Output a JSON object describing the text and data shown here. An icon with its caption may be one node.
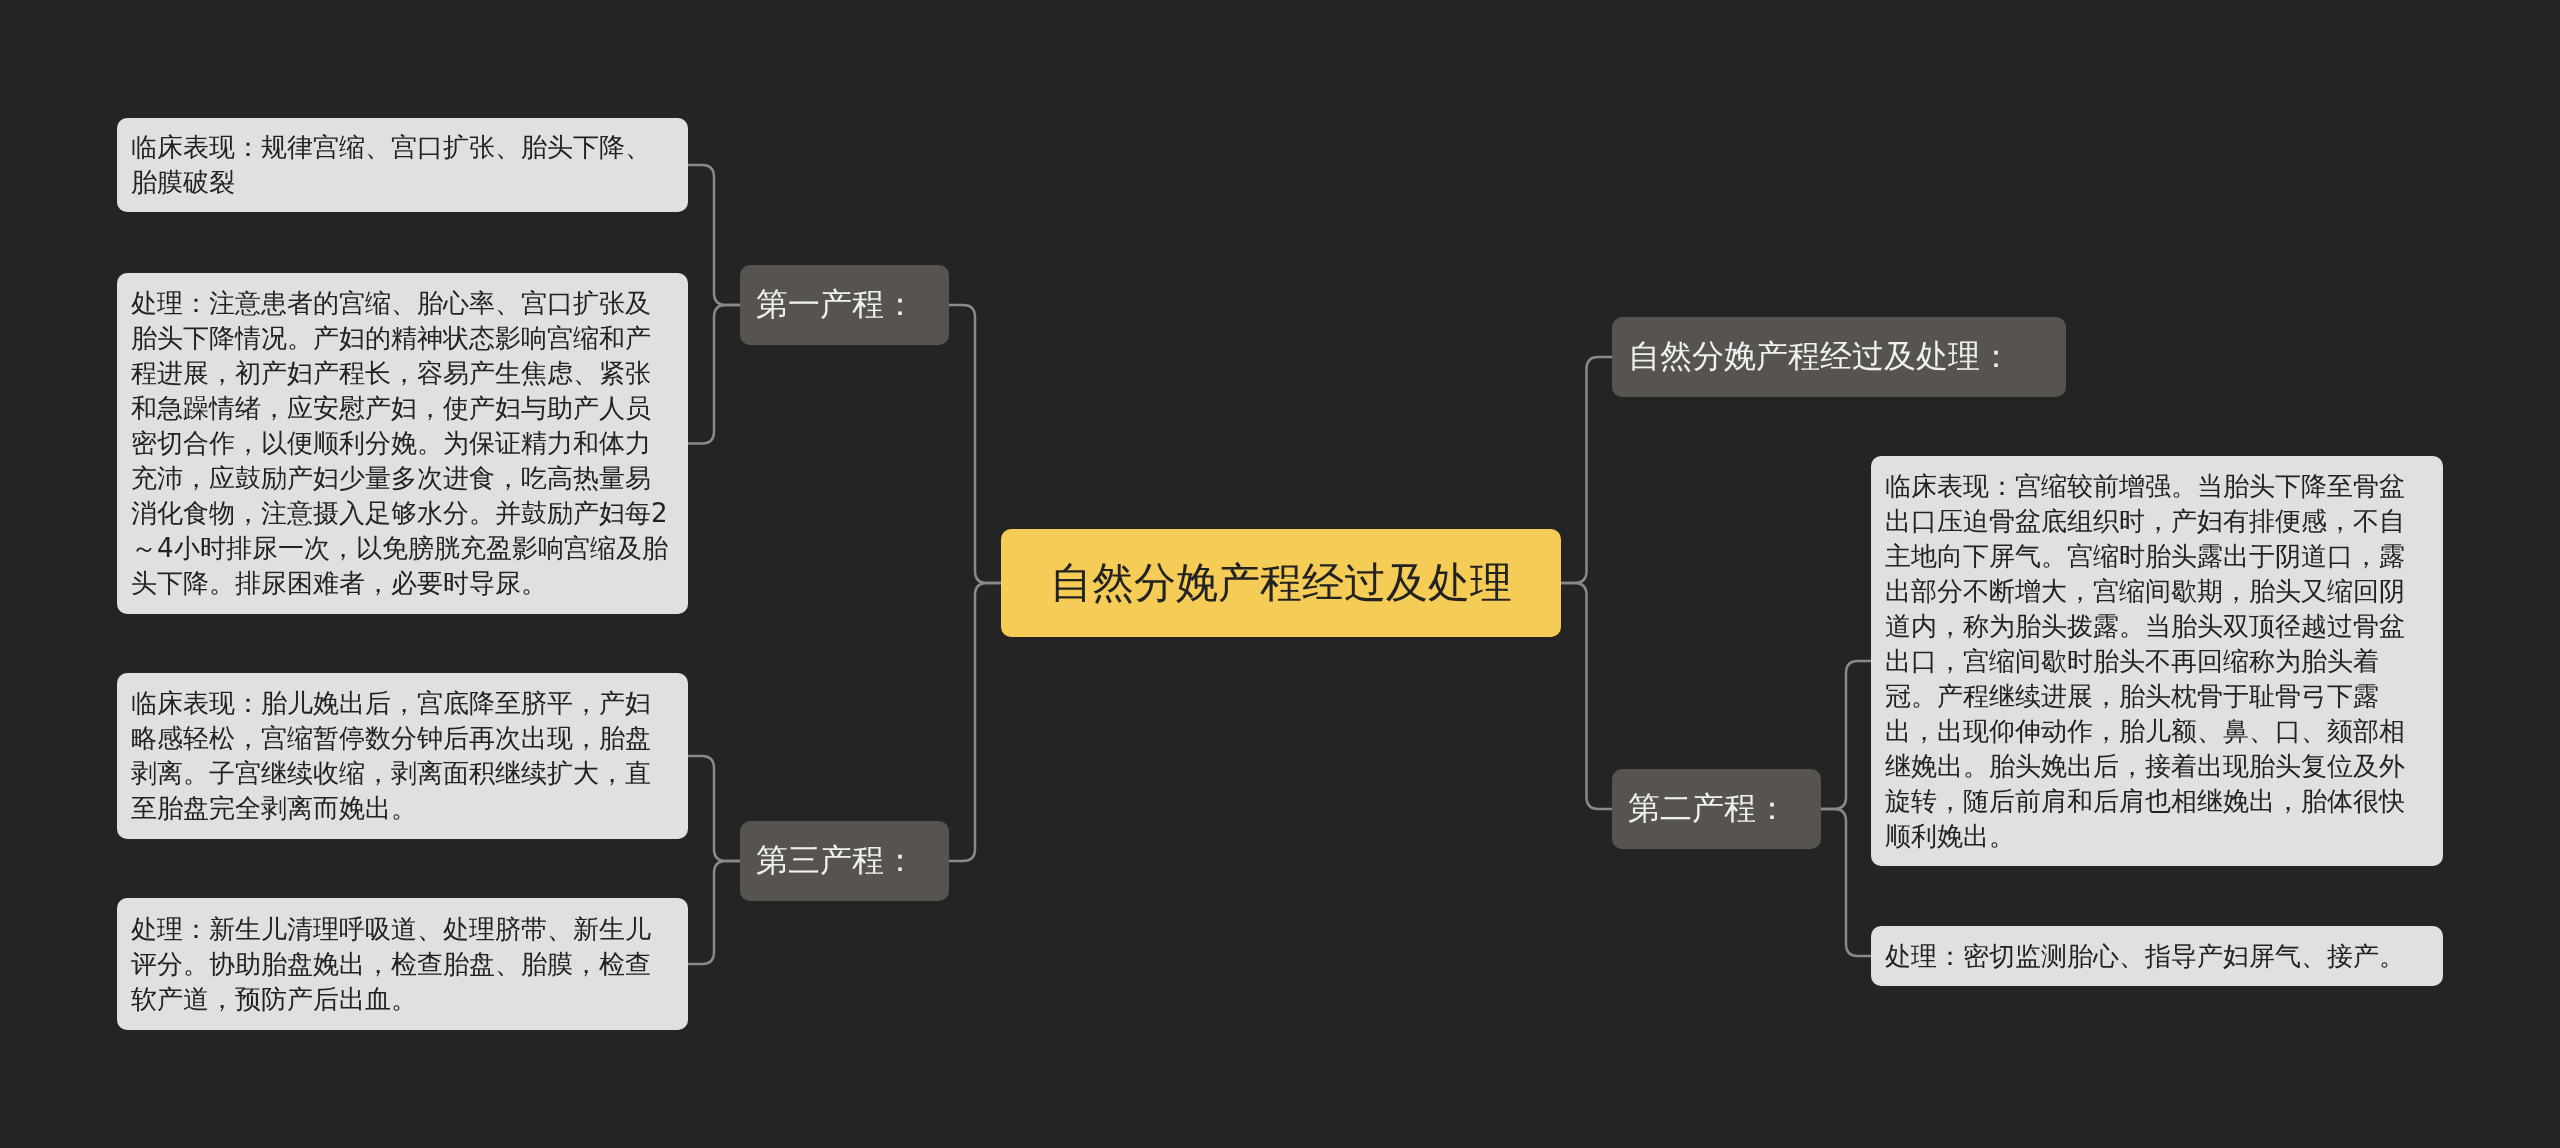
{
  "diagram": {
    "nodes": [
      {
        "text": [
          "自然分娩产程经过及处理"
        ]
      },
      {
        "text": [
          "第一产程："
        ]
      },
      {
        "text": [
          "临床表现：规律宫缩、宫口扩张、胎头下降、胎膜破裂"
        ]
      },
      {
        "text": [
          "处理：注意患者的宫缩、胎心率、宫口扩张及胎头下降情况。产妇的精神状态影响宫缩和产程进展，初产妇产程长，容易产生焦虑、紧张和急躁情绪，应安慰产妇，使产妇与助产人员密切合作，以便顺利分娩。为保证精力和体力充沛，应鼓励产妇少量多次进食，吃高热量易消化食物，注意摄入足够水分。并鼓励产妇每2～4小时排尿一次，以免膀胱充盈影响宫缩及胎头下降。排尿困难者，必要时导尿。"
        ]
      },
      {
        "text": [
          "第三产程："
        ]
      },
      {
        "text": [
          "临床表现：胎儿娩出后，宫底降至脐平，产妇略感轻松，宫缩暂停数分钟后再次出现，胎盘剥离。子宫继续收缩，剥离面积继续扩大，直至胎盘完全剥离而娩出。"
        ]
      },
      {
        "text": [
          "处理：新生儿清理呼吸道、处理脐带、新生儿评分。协助胎盘娩出，检查胎盘、胎膜，检查软产道，预防产后出血。"
        ]
      },
      {
        "text": [
          "自然分娩产程经过及处理："
        ]
      },
      {
        "text": [
          "第二产程："
        ]
      },
      {
        "text": [
          "临床表现：宫缩较前增强。当胎头下降至骨盆出口压迫骨盆底组织时，产妇有排便感，不自主地向下屏气。宫缩时胎头露出于阴道口，露出部分不断增大，宫缩间歇期，胎头又缩回阴道内，称为胎头拨露。当胎头双顶径越过骨盆出口，宫缩间歇时胎头不再回缩称为胎头着冠。产程继续进展，胎头枕骨于耻骨弓下露出，出现仰伸动作，胎儿额、鼻、口、颏部相继娩出。胎头娩出后，接着出现胎头复位及外旋转，随后前肩和后肩也相继娩出，胎体很快顺利娩出。"
        ]
      },
      {
        "text": [
          "处理：密切监测胎心、指导产妇屏气、接产。"
        ]
      }
    ],
    "edges": [
      {
        "from": 0,
        "to": 1,
        "arrow": "none"
      },
      {
        "from": 1,
        "to": 2,
        "arrow": "none"
      },
      {
        "from": 1,
        "to": 3,
        "arrow": "none"
      },
      {
        "from": 0,
        "to": 4,
        "arrow": "none"
      },
      {
        "from": 4,
        "to": 5,
        "arrow": "none"
      },
      {
        "from": 4,
        "to": 6,
        "arrow": "none"
      },
      {
        "from": 0,
        "to": 7,
        "arrow": "none"
      },
      {
        "from": 0,
        "to": 8,
        "arrow": "none"
      },
      {
        "from": 8,
        "to": 9,
        "arrow": "none"
      },
      {
        "from": 8,
        "to": 10,
        "arrow": "none"
      }
    ]
  }
}
